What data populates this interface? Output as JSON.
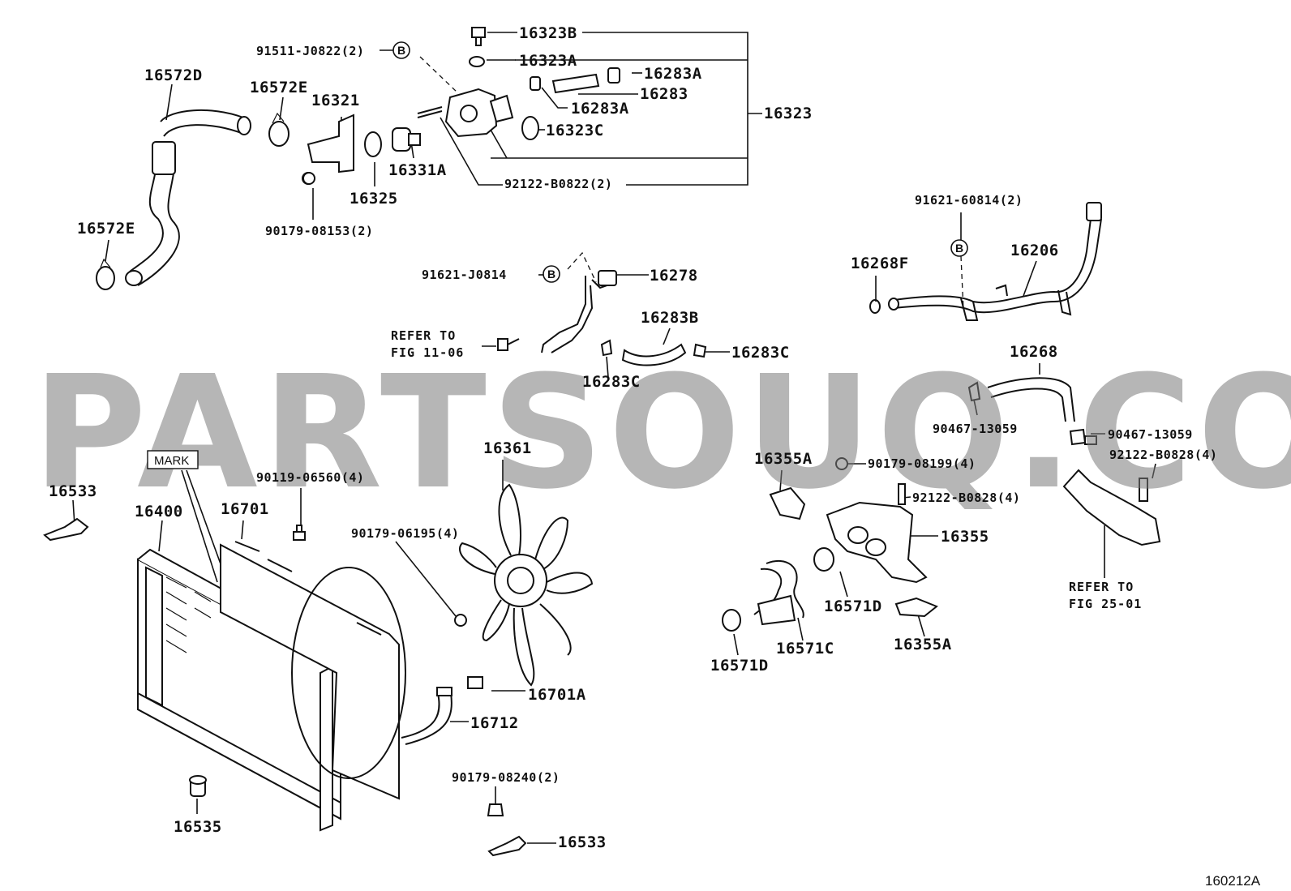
{
  "watermark": "PARTSOUQ.COM",
  "figure_code": "160212A",
  "mark_label": "MARK",
  "callout_letter": "B",
  "refer_notes": [
    {
      "line1": "REFER TO",
      "line2": "FIG 11-06"
    },
    {
      "line1": "REFER TO",
      "line2": "FIG 25-01"
    }
  ],
  "parts": {
    "p16323B": "16323B",
    "p16323A": "16323A",
    "p16283A_1": "16283A",
    "p16283": "16283",
    "p16283A_2": "16283A",
    "p16323": "16323",
    "p16323C": "16323C",
    "p91511": "91511-J0822(2)",
    "p92122_B0822": "92122-B0822(2)",
    "p16572D": "16572D",
    "p16572E_1": "16572E",
    "p16572E_2": "16572E",
    "p16321": "16321",
    "p16325": "16325",
    "p16331A": "16331A",
    "p90179_08153": "90179-08153(2)",
    "p91621_60814": "91621-60814(2)",
    "p16268F": "16268F",
    "p16206": "16206",
    "p91621_J0814": "91621-J0814",
    "p16278": "16278",
    "p16283B": "16283B",
    "p16283C_1": "16283C",
    "p16283C_2": "16283C",
    "p16268": "16268",
    "p90467_1": "90467-13059",
    "p90467_2": "90467-13059",
    "p92122_B0828_1": "92122-B0828(4)",
    "p92122_B0828_2": "92122-B0828(4)",
    "p90179_08199": "90179-08199(4)",
    "p16355A_1": "16355A",
    "p16355A_2": "16355A",
    "p16355": "16355",
    "p16571D_1": "16571D",
    "p16571D_2": "16571D",
    "p16571C": "16571C",
    "p16361": "16361",
    "p16533_1": "16533",
    "p16533_2": "16533",
    "p16400": "16400",
    "p16701": "16701",
    "p90119_06560": "90119-06560(4)",
    "p90179_06195": "90179-06195(4)",
    "p16701A": "16701A",
    "p16712": "16712",
    "p90179_08240": "90179-08240(2)",
    "p16535": "16535"
  }
}
